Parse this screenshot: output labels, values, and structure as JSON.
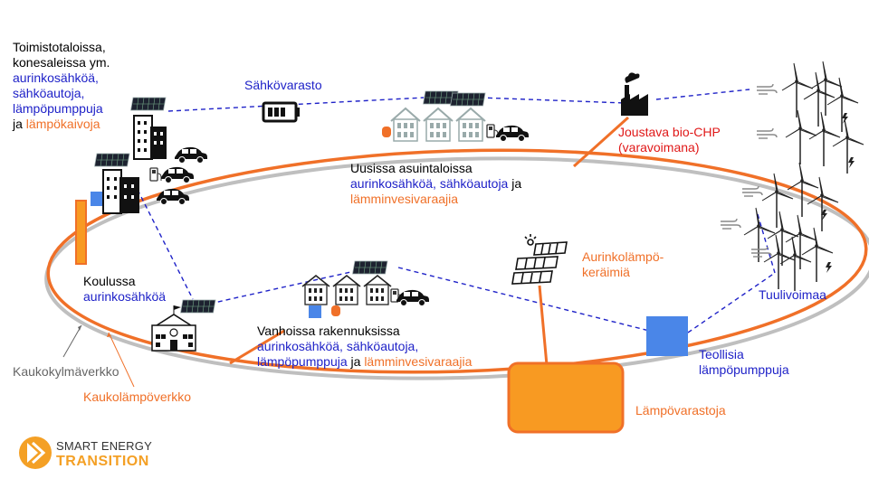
{
  "colors": {
    "blue_text": "#1f22c8",
    "orange_text": "#f07028",
    "red_text": "#e01818",
    "district_heating": "#f07028",
    "district_cooling": "#bfbfbf",
    "storage_fill": "#f89a22",
    "heat_pump_box": "#4a86e8",
    "dashed_link": "#1f22c8"
  },
  "labels": {
    "offices": {
      "line1": "Toimistotaloissa,",
      "line2": "konesaleissa ym.",
      "line3": "aurinkosähköä,",
      "line4": "sähköautoja,",
      "line5": "lämpöpumppuja",
      "line6_prefix": "ja ",
      "line6_orange": "lämpökaivoja"
    },
    "storage_electric": "Sähkövarasto",
    "new_housing": {
      "line1": "Uusissa asuintaloissa",
      "line2_blue": "aurinkosähköä, sähköautoja",
      "line2_suffix": " ja",
      "line3_orange": "lämminvesivaraajia"
    },
    "bio_chp": {
      "line1": "Joustava bio-CHP",
      "line2": "(varavoimana)"
    },
    "school": {
      "line1": "Koulussa",
      "line2": "aurinkosähköä"
    },
    "old_buildings": {
      "line1": "Vanhoissa rakennuksissa",
      "line2": "aurinkosähköä, sähköautoja,",
      "line3_blue": "lämpöpumppuja",
      "line3_mid": " ja ",
      "line3_orange": "lämminvesivaraajia"
    },
    "solar_thermal": {
      "line1": "Aurinkolämpö-",
      "line2": "keräimiä"
    },
    "wind": "Tuulivoimaa",
    "industrial_hp": {
      "line1": "Teollisia",
      "line2": "lämpöpumppuja"
    },
    "heat_storage": "Lämpövarastoja",
    "district_cooling": "Kaukokylmäverkko",
    "district_heating": "Kaukolämpöverkko"
  },
  "logo": {
    "line1": "SMART ENERGY",
    "line2": "TRANSITION"
  },
  "icons": [
    "solar-panel-icon",
    "office-building-icon",
    "car-icon",
    "ev-charger-icon",
    "battery-icon",
    "house-icon",
    "factory-icon",
    "wind-turbine-icon",
    "wind-gust-icon",
    "lightning-icon",
    "school-icon",
    "solar-collector-icon",
    "hot-water-tank-icon",
    "heat-pump-icon",
    "heat-storage-icon"
  ]
}
